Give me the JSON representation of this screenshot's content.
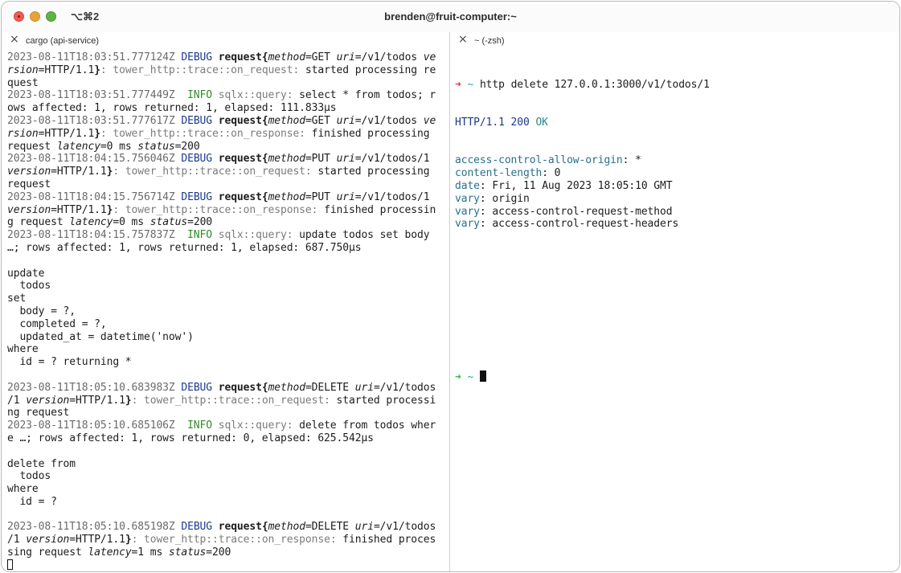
{
  "window": {
    "title": "brenden@fruit-computer:~",
    "shortcut": "⌥⌘2"
  },
  "left_tab": {
    "label": "cargo (api-service)",
    "close_icon": "×"
  },
  "right_tab": {
    "label": "~ (-zsh)",
    "close_icon": "×"
  },
  "left_log": [
    [
      {
        "c": "ts",
        "t": "2023-08-11T18:03:51.777124Z "
      },
      {
        "c": "dbg",
        "t": "DEBUG "
      },
      {
        "c": "b",
        "t": "request{"
      },
      {
        "c": "i",
        "t": "method"
      },
      {
        "t": "=GET "
      },
      {
        "c": "i",
        "t": "uri"
      },
      {
        "t": "=/v1/todos "
      },
      {
        "c": "i",
        "t": "ve"
      }
    ],
    [
      {
        "c": "i",
        "t": "rsion"
      },
      {
        "t": "=HTTP/1.1"
      },
      {
        "c": "b",
        "t": "}"
      },
      {
        "c": "dim",
        "t": ": tower_http::trace::on_request: "
      },
      {
        "t": "started processing re"
      }
    ],
    [
      {
        "t": "quest"
      }
    ],
    [
      {
        "c": "ts",
        "t": "2023-08-11T18:03:51.777449Z  "
      },
      {
        "c": "info",
        "t": "INFO "
      },
      {
        "c": "dim",
        "t": "sqlx::query: "
      },
      {
        "t": "select * from todos; r"
      }
    ],
    [
      {
        "t": "ows affected: 1, rows returned: 1, elapsed: 111.833µs"
      }
    ],
    [
      {
        "c": "ts",
        "t": "2023-08-11T18:03:51.777617Z "
      },
      {
        "c": "dbg",
        "t": "DEBUG "
      },
      {
        "c": "b",
        "t": "request{"
      },
      {
        "c": "i",
        "t": "method"
      },
      {
        "t": "=GET "
      },
      {
        "c": "i",
        "t": "uri"
      },
      {
        "t": "=/v1/todos "
      },
      {
        "c": "i",
        "t": "ve"
      }
    ],
    [
      {
        "c": "i",
        "t": "rsion"
      },
      {
        "t": "=HTTP/1.1"
      },
      {
        "c": "b",
        "t": "}"
      },
      {
        "c": "dim",
        "t": ": tower_http::trace::on_response: "
      },
      {
        "t": "finished processing"
      }
    ],
    [
      {
        "t": "request "
      },
      {
        "c": "i",
        "t": "latency"
      },
      {
        "t": "=0 ms "
      },
      {
        "c": "i",
        "t": "status"
      },
      {
        "t": "=200"
      }
    ],
    [
      {
        "c": "ts",
        "t": "2023-08-11T18:04:15.756046Z "
      },
      {
        "c": "dbg",
        "t": "DEBUG "
      },
      {
        "c": "b",
        "t": "request{"
      },
      {
        "c": "i",
        "t": "method"
      },
      {
        "t": "=PUT "
      },
      {
        "c": "i",
        "t": "uri"
      },
      {
        "t": "=/v1/todos/1"
      }
    ],
    [
      {
        "c": "i",
        "t": "version"
      },
      {
        "t": "=HTTP/1.1"
      },
      {
        "c": "b",
        "t": "}"
      },
      {
        "c": "dim",
        "t": ": tower_http::trace::on_request: "
      },
      {
        "t": "started processing"
      }
    ],
    [
      {
        "t": "request"
      }
    ],
    [
      {
        "c": "ts",
        "t": "2023-08-11T18:04:15.756714Z "
      },
      {
        "c": "dbg",
        "t": "DEBUG "
      },
      {
        "c": "b",
        "t": "request{"
      },
      {
        "c": "i",
        "t": "method"
      },
      {
        "t": "=PUT "
      },
      {
        "c": "i",
        "t": "uri"
      },
      {
        "t": "=/v1/todos/1"
      }
    ],
    [
      {
        "c": "i",
        "t": "version"
      },
      {
        "t": "=HTTP/1.1"
      },
      {
        "c": "b",
        "t": "}"
      },
      {
        "c": "dim",
        "t": ": tower_http::trace::on_response: "
      },
      {
        "t": "finished processin"
      }
    ],
    [
      {
        "t": "g request "
      },
      {
        "c": "i",
        "t": "latency"
      },
      {
        "t": "=0 ms "
      },
      {
        "c": "i",
        "t": "status"
      },
      {
        "t": "=200"
      }
    ],
    [
      {
        "c": "ts",
        "t": "2023-08-11T18:04:15.757837Z  "
      },
      {
        "c": "info",
        "t": "INFO "
      },
      {
        "c": "dim",
        "t": "sqlx::query: "
      },
      {
        "t": "update todos set body"
      }
    ],
    [
      {
        "t": "…; rows affected: 1, rows returned: 1, elapsed: 687.750µs"
      }
    ],
    [
      {
        "t": ""
      }
    ],
    [
      {
        "t": "update"
      }
    ],
    [
      {
        "t": "  todos"
      }
    ],
    [
      {
        "t": "set"
      }
    ],
    [
      {
        "t": "  body = ?,"
      }
    ],
    [
      {
        "t": "  completed = ?,"
      }
    ],
    [
      {
        "t": "  updated_at = datetime('now')"
      }
    ],
    [
      {
        "t": "where"
      }
    ],
    [
      {
        "t": "  id = ? returning *"
      }
    ],
    [
      {
        "t": ""
      }
    ],
    [
      {
        "c": "ts",
        "t": "2023-08-11T18:05:10.683983Z "
      },
      {
        "c": "dbg",
        "t": "DEBUG "
      },
      {
        "c": "b",
        "t": "request{"
      },
      {
        "c": "i",
        "t": "method"
      },
      {
        "t": "=DELETE "
      },
      {
        "c": "i",
        "t": "uri"
      },
      {
        "t": "=/v1/todos"
      }
    ],
    [
      {
        "t": "/1 "
      },
      {
        "c": "i",
        "t": "version"
      },
      {
        "t": "=HTTP/1.1"
      },
      {
        "c": "b",
        "t": "}"
      },
      {
        "c": "dim",
        "t": ": tower_http::trace::on_request: "
      },
      {
        "t": "started processi"
      }
    ],
    [
      {
        "t": "ng request"
      }
    ],
    [
      {
        "c": "ts",
        "t": "2023-08-11T18:05:10.685106Z  "
      },
      {
        "c": "info",
        "t": "INFO "
      },
      {
        "c": "dim",
        "t": "sqlx::query: "
      },
      {
        "t": "delete from todos wher"
      }
    ],
    [
      {
        "t": "e …; rows affected: 1, rows returned: 0, elapsed: 625.542µs"
      }
    ],
    [
      {
        "t": ""
      }
    ],
    [
      {
        "t": "delete from"
      }
    ],
    [
      {
        "t": "  todos"
      }
    ],
    [
      {
        "t": "where"
      }
    ],
    [
      {
        "t": "  id = ?"
      }
    ],
    [
      {
        "t": ""
      }
    ],
    [
      {
        "c": "ts",
        "t": "2023-08-11T18:05:10.685198Z "
      },
      {
        "c": "dbg",
        "t": "DEBUG "
      },
      {
        "c": "b",
        "t": "request{"
      },
      {
        "c": "i",
        "t": "method"
      },
      {
        "t": "=DELETE "
      },
      {
        "c": "i",
        "t": "uri"
      },
      {
        "t": "=/v1/todos"
      }
    ],
    [
      {
        "t": "/1 "
      },
      {
        "c": "i",
        "t": "version"
      },
      {
        "t": "=HTTP/1.1"
      },
      {
        "c": "b",
        "t": "}"
      },
      {
        "c": "dim",
        "t": ": tower_http::trace::on_response: "
      },
      {
        "t": "finished proces"
      }
    ],
    [
      {
        "t": "sing request "
      },
      {
        "c": "i",
        "t": "latency"
      },
      {
        "t": "=1 ms "
      },
      {
        "c": "i",
        "t": "status"
      },
      {
        "t": "=200"
      }
    ]
  ],
  "right_shell": {
    "prompt_arrow": "➜",
    "prompt_dir": "~",
    "command": "http delete 127.0.0.1:3000/v1/todos/1",
    "status_line": {
      "proto": "HTTP/1.1 200 ",
      "ok": "OK"
    },
    "headers": [
      {
        "k": "access-control-allow-origin",
        "v": ": *"
      },
      {
        "k": "content-length",
        "v": ": 0"
      },
      {
        "k": "date",
        "v": ": Fri, 11 Aug 2023 18:05:10 GMT"
      },
      {
        "k": "vary",
        "v": ": origin"
      },
      {
        "k": "vary",
        "v": ": access-control-request-method"
      },
      {
        "k": "vary",
        "v": ": access-control-request-headers"
      }
    ]
  },
  "colors": {
    "debug": "#1d3a8a",
    "info": "#2f8b2a",
    "prompt_error": "#e0383a",
    "prompt_ok": "#3aae43"
  }
}
